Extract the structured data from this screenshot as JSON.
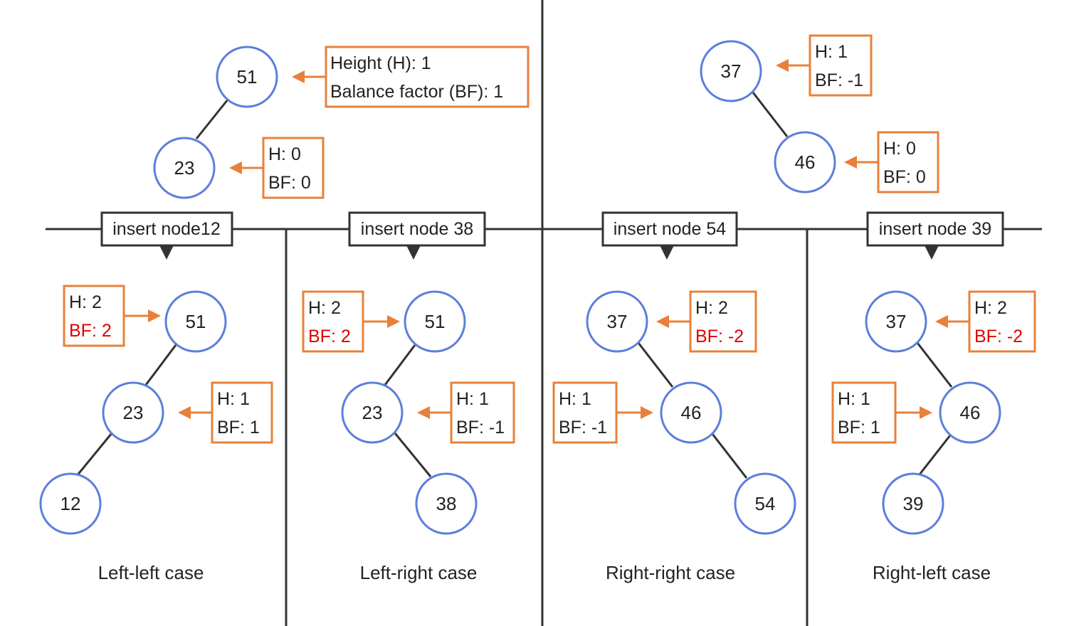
{
  "colors": {
    "node_stroke": "#5b7fdb",
    "info_stroke": "#e8803a",
    "alert_text": "#e00000",
    "line": "#333333"
  },
  "top_left": {
    "root": "51",
    "child": "23",
    "root_info": {
      "h": "Height (H): 1",
      "bf": "Balance factor (BF): 1"
    },
    "child_info": {
      "h": "H: 0",
      "bf": "BF: 0"
    }
  },
  "top_right": {
    "root": "37",
    "child": "46",
    "root_info": {
      "h": "H: 1",
      "bf": "BF: -1"
    },
    "child_info": {
      "h": "H: 0",
      "bf": "BF: 0"
    }
  },
  "inserts": {
    "ll": "insert node12",
    "lr": "insert node 38",
    "rr": "insert node 54",
    "rl": "insert node 39"
  },
  "cases": {
    "ll": {
      "title": "Left-left case",
      "nodes": [
        "51",
        "23",
        "12"
      ],
      "root_info": {
        "h": "H: 2",
        "bf": "BF: 2"
      },
      "mid_info": {
        "h": "H: 1",
        "bf": "BF: 1"
      }
    },
    "lr": {
      "title": "Left-right case",
      "nodes": [
        "51",
        "23",
        "38"
      ],
      "root_info": {
        "h": "H: 2",
        "bf": "BF: 2"
      },
      "mid_info": {
        "h": "H: 1",
        "bf": "BF: -1"
      }
    },
    "rr": {
      "title": "Right-right case",
      "nodes": [
        "37",
        "46",
        "54"
      ],
      "root_info": {
        "h": "H: 2",
        "bf": "BF: -2"
      },
      "mid_info": {
        "h": "H: 1",
        "bf": "BF: -1"
      }
    },
    "rl": {
      "title": "Right-left case",
      "nodes": [
        "37",
        "46",
        "39"
      ],
      "root_info": {
        "h": "H: 2",
        "bf": "BF: -2"
      },
      "mid_info": {
        "h": "H: 1",
        "bf": "BF: 1"
      }
    }
  }
}
